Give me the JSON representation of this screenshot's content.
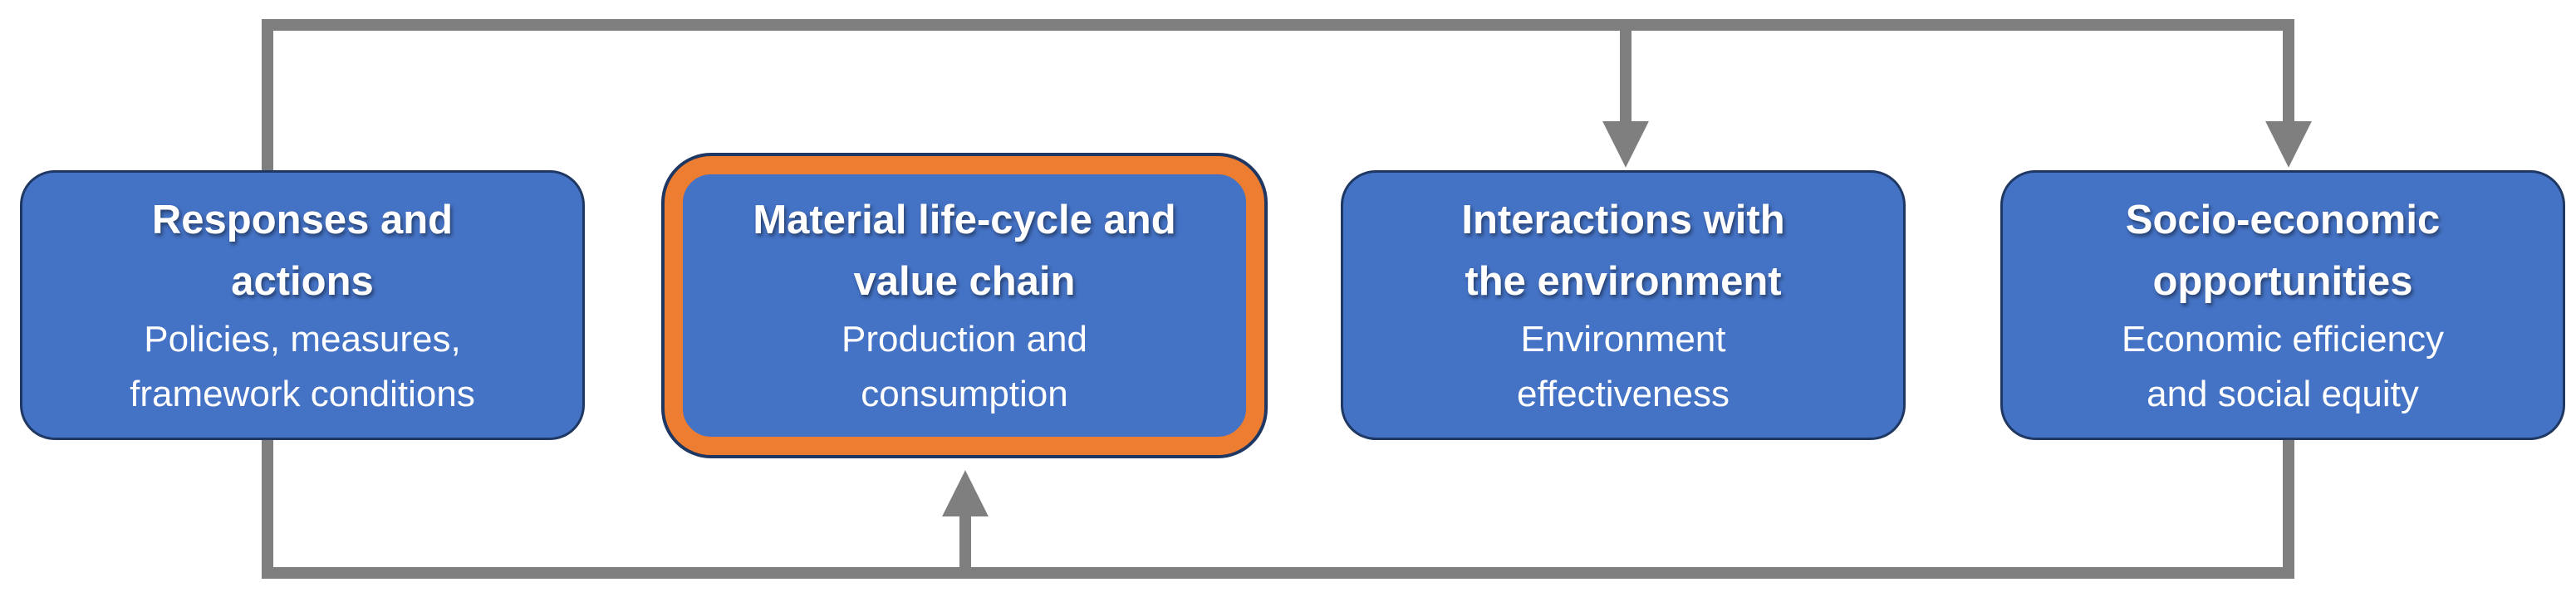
{
  "colors": {
    "box_fill": "#4472C4",
    "box_border": "#1F3763",
    "highlight_border": "#ED7D31",
    "connector": "#7F7F7F"
  },
  "boxes": [
    {
      "title_line1": "Responses and",
      "title_line2": "actions",
      "sub_line1": "Policies, measures,",
      "sub_line2": "framework conditions"
    },
    {
      "title_line1": "Material life-cycle and",
      "title_line2": "value chain",
      "sub_line1": "Production and",
      "sub_line2": "consumption",
      "highlighted": true
    },
    {
      "title_line1": "Interactions with",
      "title_line2": "the environment",
      "sub_line1": "Environment",
      "sub_line2": "effectiveness"
    },
    {
      "title_line1": "Socio-economic",
      "title_line2": "opportunities",
      "sub_line1": "Economic efficiency",
      "sub_line2": "and social equity"
    }
  ]
}
